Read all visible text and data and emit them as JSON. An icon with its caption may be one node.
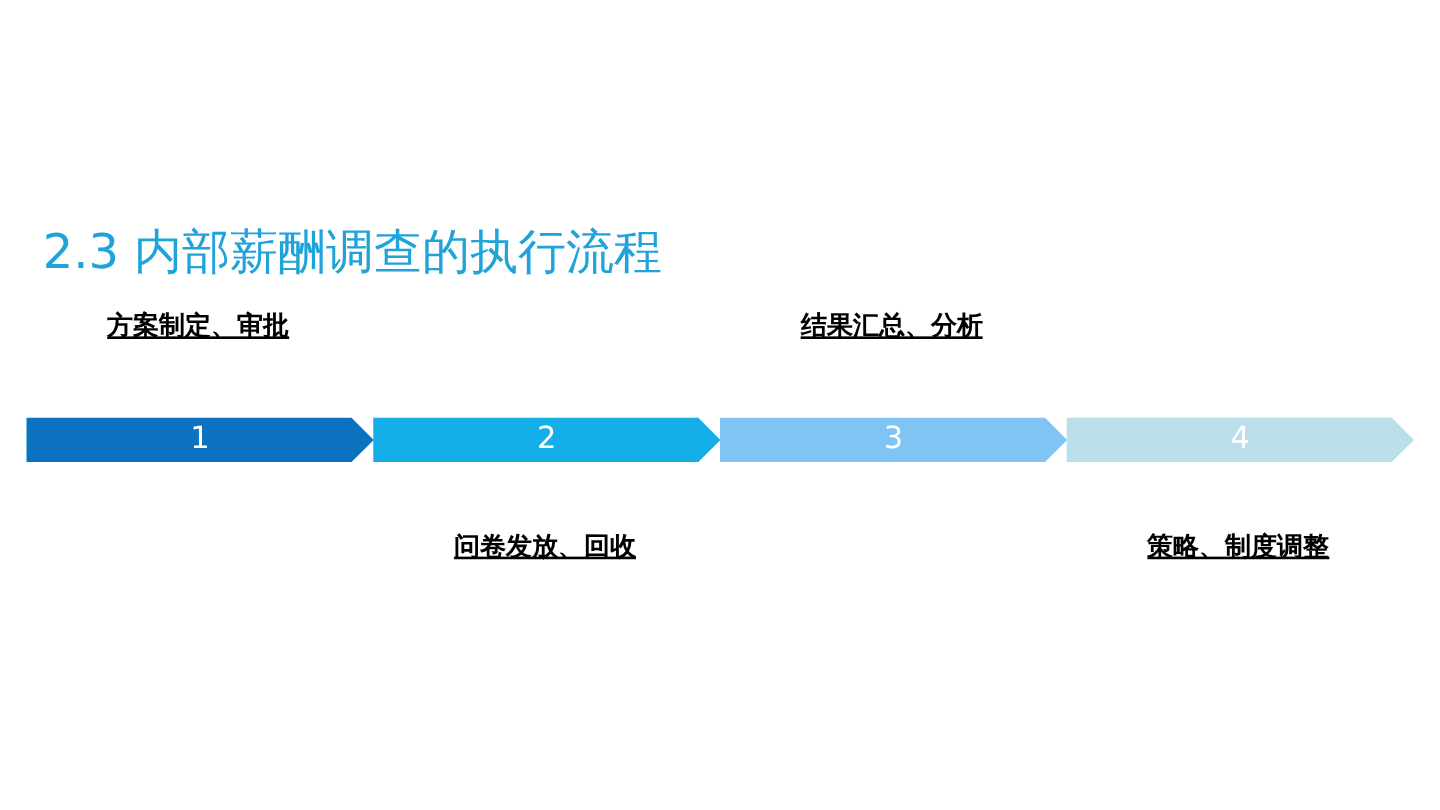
{
  "diagram": {
    "title": "2.3 内部薪酬调查的执行流程",
    "nodes": [
      {
        "text": [
          "1"
        ],
        "beside": [
          "方案制定、审批"
        ]
      },
      {
        "text": [
          "2"
        ],
        "beside": [
          "问卷发放、回收"
        ]
      },
      {
        "text": [
          "3"
        ],
        "beside": [
          "结果汇总、分析"
        ]
      },
      {
        "text": [
          "4"
        ],
        "beside": [
          "策略、制度调整"
        ]
      }
    ]
  }
}
